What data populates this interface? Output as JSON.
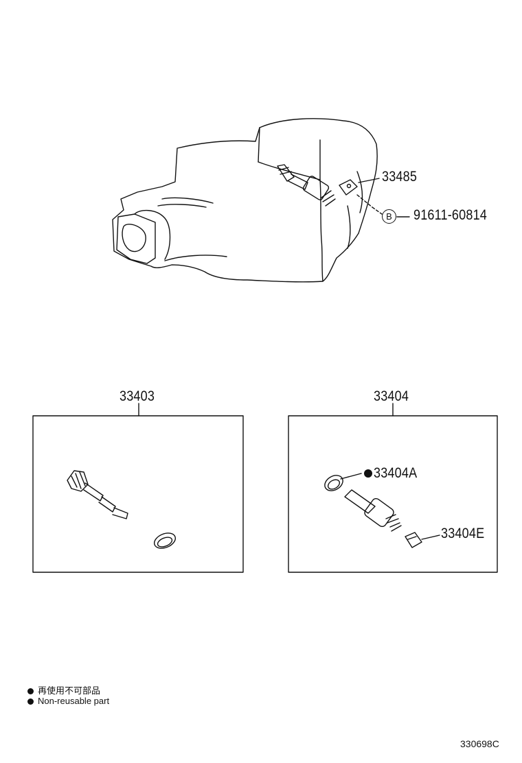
{
  "callouts": {
    "p33485": "33485",
    "bolt_marker": "B",
    "p91611": "91611-60814",
    "kit1_title": "33403",
    "kit2_title": "33404",
    "p33404A": "33404A",
    "p33404E": "33404E"
  },
  "legend": {
    "line_jp": "再使用不可部品",
    "line_en": "Non-reusable part"
  },
  "illustration_id": "330698C"
}
